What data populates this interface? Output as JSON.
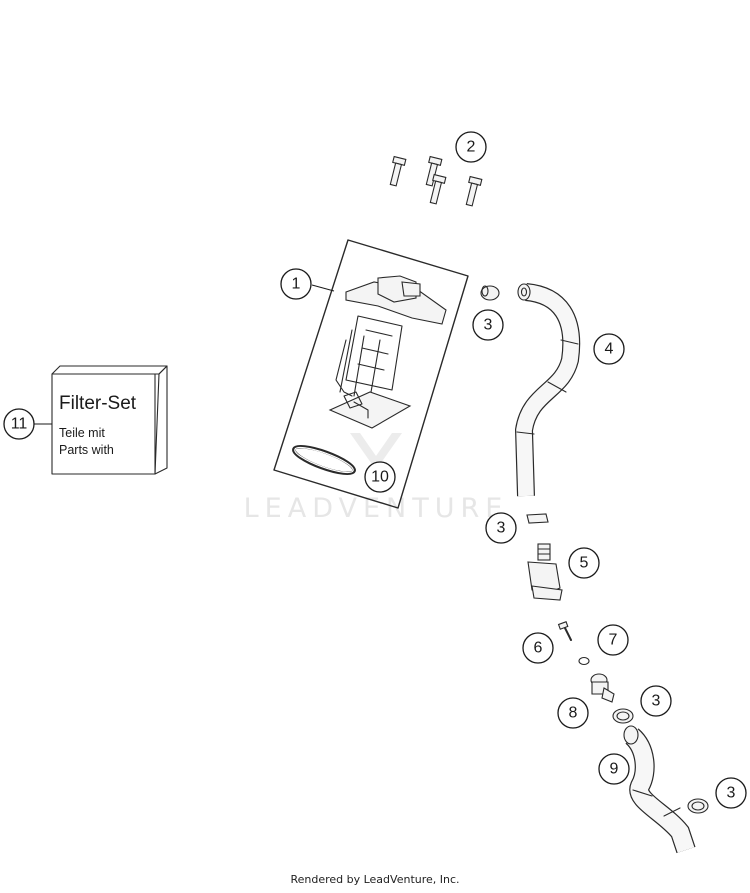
{
  "watermark": {
    "text": "LEADVENTURE"
  },
  "filter_set_box": {
    "title": "Filter-Set",
    "line1": "Teile mit",
    "line2": "Parts with"
  },
  "callouts": {
    "c1": "1",
    "c2": "2",
    "c3a": "3",
    "c3b": "3",
    "c3c": "3",
    "c3d": "3",
    "c4": "4",
    "c5": "5",
    "c6": "6",
    "c7": "7",
    "c8": "8",
    "c9": "9",
    "c10": "10",
    "c11": "11"
  },
  "footer": {
    "text": "Rendered by LeadVenture, Inc."
  }
}
